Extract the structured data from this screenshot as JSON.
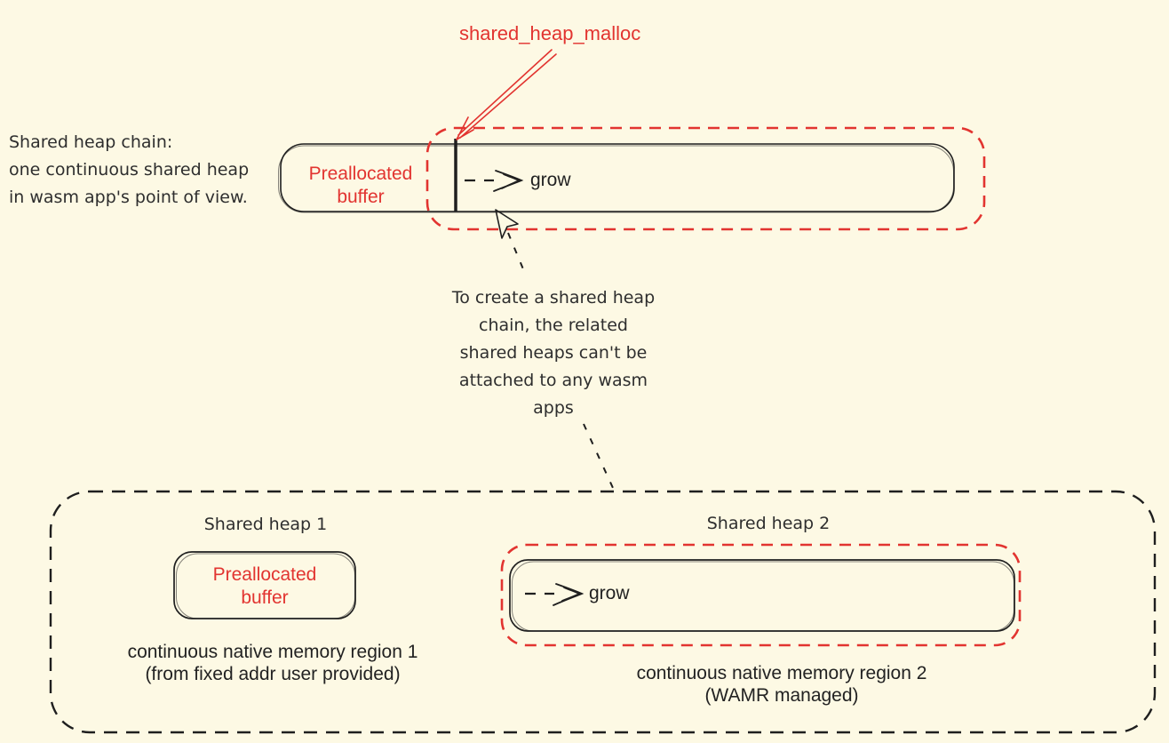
{
  "palette": {
    "background": "#fdf9e4",
    "red": "#e23430",
    "ink": "#1f1f1f",
    "text": "#2e2e2e"
  },
  "top": {
    "malloc_label": "shared_heap_malloc",
    "intro": [
      "Shared heap chain:",
      "one continuous shared heap",
      "in wasm app's point of view."
    ],
    "bar": {
      "preallocated_label": "Preallocated buffer",
      "grow_label": "grow"
    },
    "note": [
      "To create a shared heap",
      "chain, the related",
      "shared heaps can't be",
      "attached to any wasm",
      "apps"
    ]
  },
  "bottom": {
    "heap1": {
      "title": "Shared heap 1",
      "box_label": "Preallocated buffer",
      "caption": [
        "continuous native memory region 1",
        "(from fixed addr user provided)"
      ]
    },
    "heap2": {
      "title": "Shared heap 2",
      "grow_label": "grow",
      "caption": [
        "continuous native memory region 2",
        "(WAMR managed)"
      ]
    }
  }
}
